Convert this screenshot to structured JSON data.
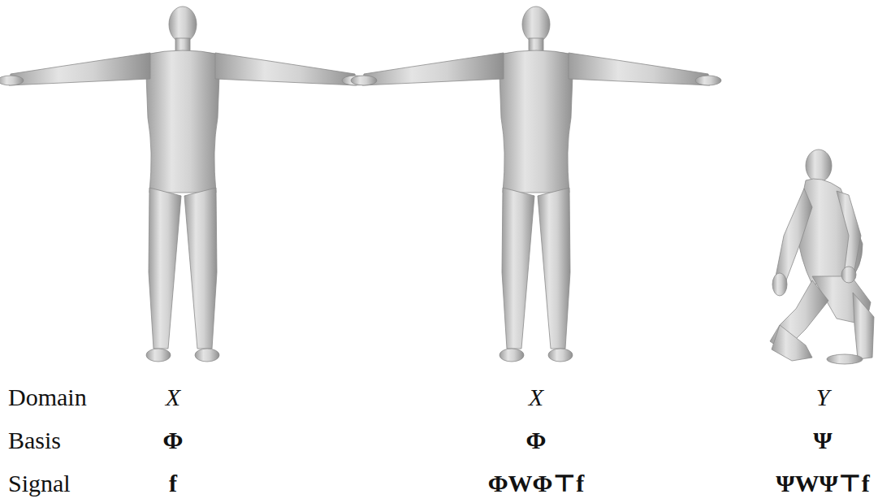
{
  "diagram": {
    "labels": [
      "Domain",
      "X",
      "X",
      "Y",
      "Basis",
      "Φ",
      "Φ",
      "Ψ",
      "Signal",
      "f",
      "ΦWΦ⊤f",
      "ΨWΨ⊤f"
    ]
  }
}
